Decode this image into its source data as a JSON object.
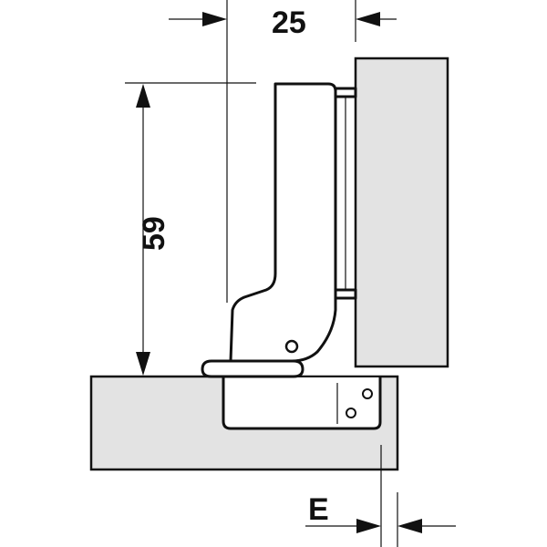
{
  "dimensions": {
    "overlay_width": "25",
    "height": "59",
    "gap": "E"
  },
  "colors": {
    "ink": "#111111",
    "panel_fill": "#e3e3e3",
    "background": "#ffffff"
  }
}
